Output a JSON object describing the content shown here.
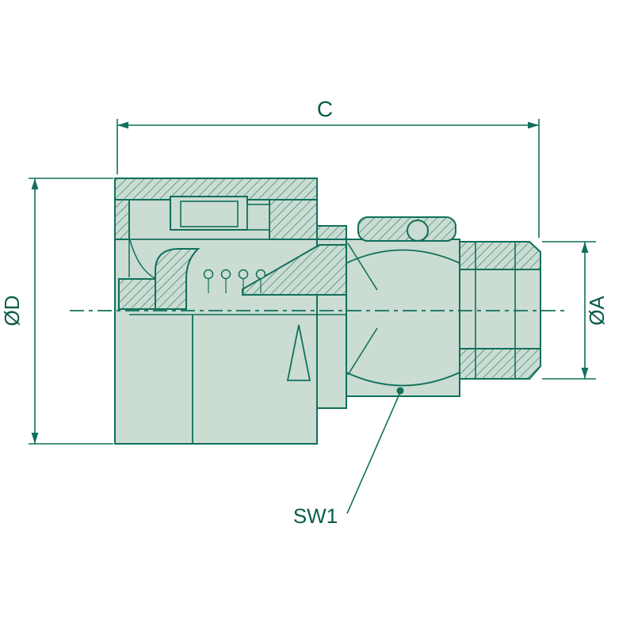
{
  "colors": {
    "background": "#ffffff",
    "line": "#10705c",
    "fill": "#cbdcd2"
  },
  "labels": {
    "dimension_c": "C",
    "dimension_diameter_d": "ØD",
    "dimension_diameter_a": "ØA",
    "wrench_size": "SW1"
  }
}
